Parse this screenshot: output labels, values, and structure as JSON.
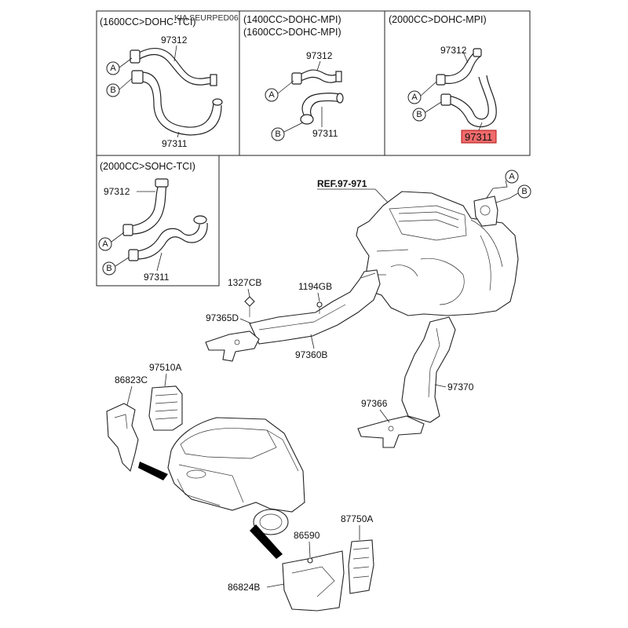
{
  "watermark": "KIA SEURPED06",
  "boxes": {
    "box1": {
      "title": "(1600CC>DOHC-TCI)",
      "part_top": "97312",
      "part_bottom": "97311",
      "conn_a": "A",
      "conn_b": "B"
    },
    "box2": {
      "title_line1": "(1400CC>DOHC-MPI)",
      "title_line2": "(1600CC>DOHC-MPI)",
      "part_top": "97312",
      "part_bottom": "97311",
      "conn_a": "A",
      "conn_b": "B"
    },
    "box3": {
      "title": "(2000CC>DOHC-MPI)",
      "part_top": "97312",
      "part_bottom": "97311",
      "conn_a": "A",
      "conn_b": "B",
      "highlight_color": "#f06b6b"
    },
    "box4": {
      "title": "(2000CC>SOHC-TCI)",
      "part_top": "97312",
      "part_bottom": "97311",
      "conn_a": "A",
      "conn_b": "B"
    }
  },
  "main": {
    "ref_label": "REF.97-971",
    "conn_a": "A",
    "conn_b": "B",
    "parts": {
      "p1327cb": "1327CB",
      "p1194gb": "1194GB",
      "p97365d": "97365D",
      "p97360b": "97360B",
      "p97370": "97370",
      "p97366": "97366",
      "p86823c": "86823C",
      "p97510a": "97510A",
      "p86590": "86590",
      "p87750a": "87750A",
      "p86824b": "86824B"
    }
  }
}
